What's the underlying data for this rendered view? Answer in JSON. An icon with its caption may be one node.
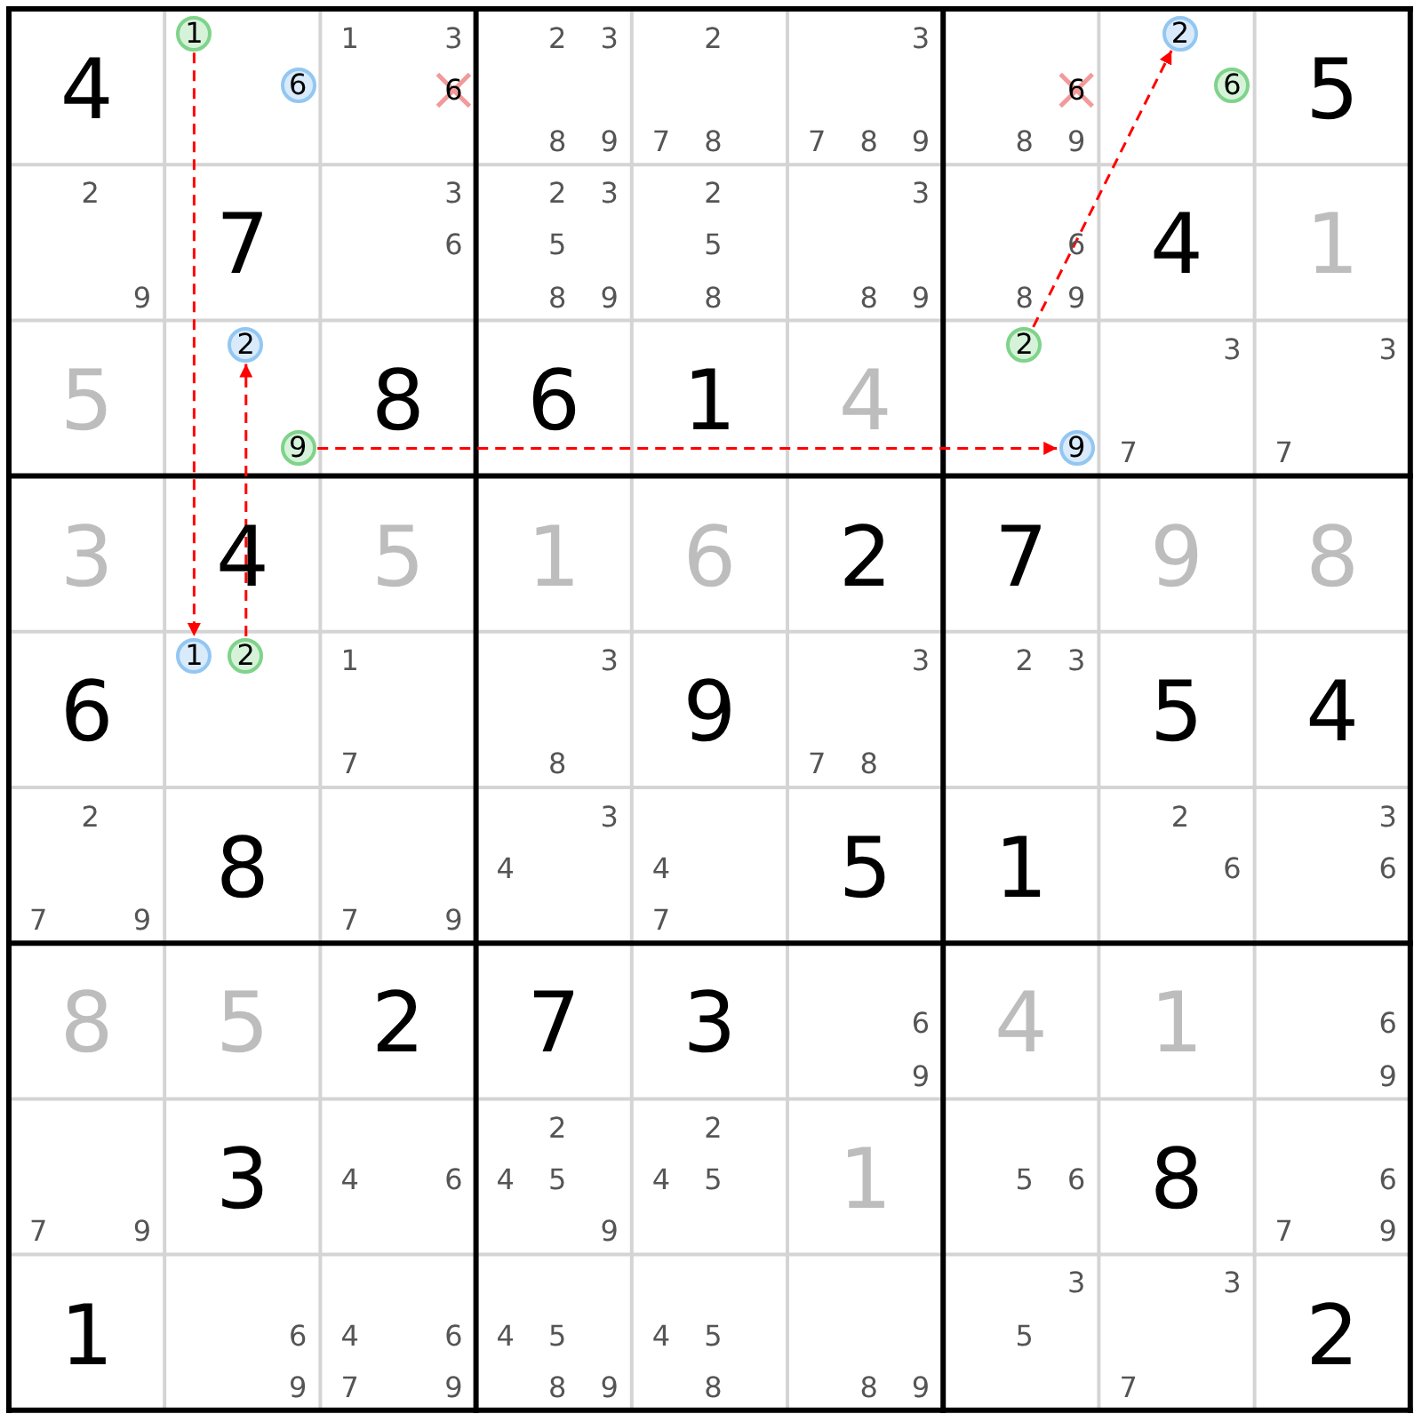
{
  "diagram": {
    "nodes": [
      {
        "text": [
          "1"
        ]
      },
      {
        "text": [
          "2"
        ]
      },
      {
        "text": [
          "6"
        ]
      },
      {
        "text": [
          "6"
        ]
      },
      {
        "text": [
          "2"
        ]
      },
      {
        "text": [
          "2"
        ]
      },
      {
        "text": [
          "9"
        ]
      },
      {
        "text": [
          "9"
        ]
      },
      {
        "text": [
          "1"
        ]
      },
      {
        "text": [
          "2"
        ]
      }
    ],
    "edges": [
      {
        "from": 0,
        "to": 8,
        "arrow": "to",
        "style": "dashed"
      },
      {
        "from": 9,
        "to": 4,
        "arrow": "to",
        "style": "dashed"
      },
      {
        "from": 6,
        "to": 7,
        "arrow": "to",
        "style": "dashed"
      },
      {
        "from": 5,
        "to": 1,
        "arrow": "to",
        "style": "dashed"
      }
    ],
    "labels": [
      "4",
      "1",
      "3",
      "6",
      "2",
      "3",
      "8",
      "9",
      "2",
      "7",
      "8",
      "3",
      "7",
      "8",
      "9",
      "6",
      "8",
      "9",
      "5",
      "2",
      "9",
      "7",
      "3",
      "6",
      "2",
      "3",
      "5",
      "8",
      "9",
      "2",
      "5",
      "8",
      "3",
      "8",
      "9",
      "6",
      "8",
      "9",
      "4",
      "1",
      "5",
      "8",
      "6",
      "1",
      "4",
      "3",
      "7",
      "3",
      "7",
      "3",
      "4",
      "5",
      "1",
      "6",
      "2",
      "7",
      "9",
      "8",
      "6",
      "1",
      "7",
      "3",
      "8",
      "9",
      "3",
      "7",
      "8",
      "2",
      "3",
      "5",
      "4",
      "2",
      "7",
      "9",
      "8",
      "7",
      "9",
      "3",
      "4",
      "4",
      "7",
      "5",
      "1",
      "2",
      "6",
      "3",
      "6",
      "8",
      "5",
      "2",
      "7",
      "3",
      "6",
      "9",
      "4",
      "1",
      "6",
      "9",
      "7",
      "9",
      "3",
      "4",
      "6",
      "2",
      "4",
      "5",
      "9",
      "2",
      "4",
      "5",
      "1",
      "5",
      "6",
      "8",
      "6",
      "7",
      "9",
      "1",
      "6",
      "9",
      "4",
      "6",
      "7",
      "9",
      "4",
      "5",
      "8",
      "9",
      "4",
      "5",
      "8",
      "8",
      "9",
      "3",
      "5",
      "3",
      "7",
      "2"
    ]
  }
}
